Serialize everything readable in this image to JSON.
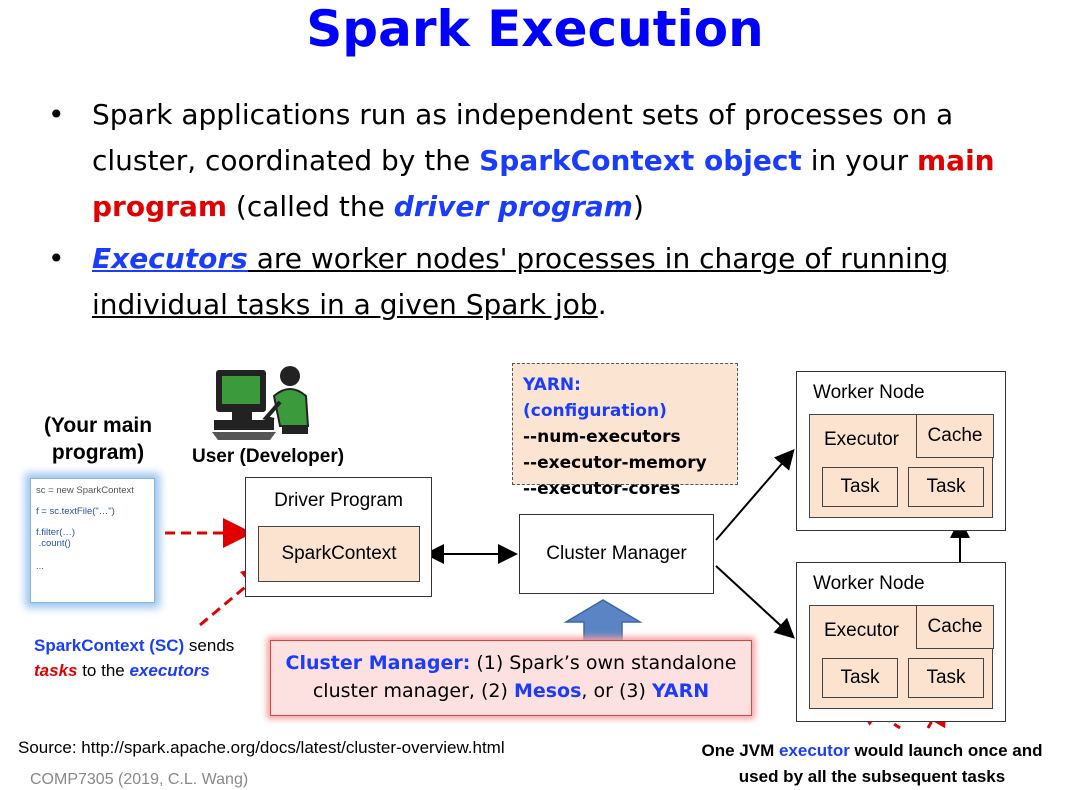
{
  "slide": {
    "title": "Spark Execution",
    "bullet1": {
      "t1": "Spark applications run as independent sets of processes on a cluster, coordinated by the ",
      "t2": "SparkContext object",
      "t3": " in your ",
      "t4": "main program",
      "t5": " (called the ",
      "t6": "driver program",
      "t7": ")"
    },
    "bullet2": {
      "t1": "Executors",
      "t2": " are worker nodes' processes in charge of running individual tasks in a given Spark job",
      "t3": "."
    }
  },
  "diagram": {
    "main_program_label": "(Your main\nprogram)",
    "user_label": "User (Developer)",
    "code_lines": [
      "sc = new SparkContext",
      "f = sc.textFile(\"…\")",
      "f.filter(…)",
      " .count()",
      "..."
    ],
    "driver_program": "Driver Program",
    "spark_context": "SparkContext",
    "cluster_manager": "Cluster Manager",
    "yarn": {
      "title": "YARN:  (configuration)",
      "options": [
        "--num-executors",
        "--executor-memory",
        "--executor-cores"
      ]
    },
    "worker_node_1": {
      "label": "Worker Node",
      "executor": "Executor",
      "cache": "Cache",
      "task_a": "Task",
      "task_b": "Task"
    },
    "worker_node_2": {
      "label": "Worker Node",
      "executor": "Executor",
      "cache": "Cache",
      "task_a": "Task",
      "task_b": "Task"
    },
    "sc_note": {
      "t1": "SparkContext (SC)",
      "t2": " sends",
      "t3": "tasks",
      "t4": " to the ",
      "t5": "executors"
    },
    "cm_note": {
      "t1": "Cluster Manager:",
      "t2": " (1) Spark’s own standalone",
      "t3": "cluster manager, (2) ",
      "t4": "Mesos",
      "t5": ", or (3) ",
      "t6": "YARN"
    },
    "jvm_note": {
      "t1": "One JVM ",
      "t2": "executor",
      "t3": " would launch once and",
      "t4": "used by all the subsequent tasks"
    },
    "source": "Source: http://spark.apache.org/docs/latest/cluster-overview.html",
    "footer": "COMP7305 (2019, C.L. Wang)"
  },
  "colors": {
    "title_blue": "#0000ff",
    "accent_blue": "#1a3cff",
    "accent_red": "#e00000",
    "peach": "#fbe3cf",
    "arrow_blue": "#5b84c4"
  }
}
